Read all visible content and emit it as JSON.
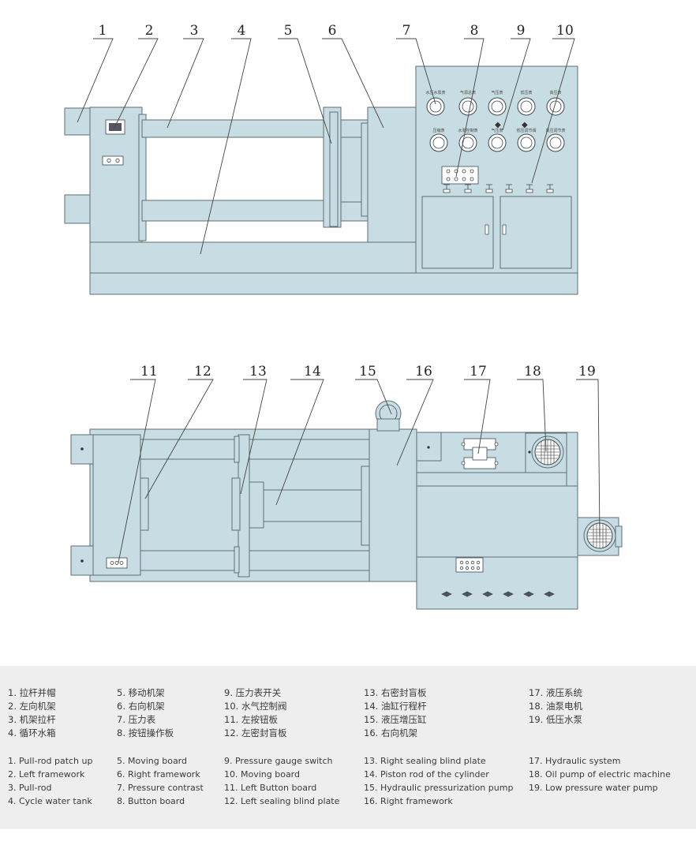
{
  "callouts_top": [
    "1",
    "2",
    "3",
    "4",
    "5",
    "6",
    "7",
    "8",
    "9",
    "10"
  ],
  "callouts_bottom": [
    "11",
    "12",
    "13",
    "14",
    "15",
    "16",
    "17",
    "18",
    "19"
  ],
  "panel_labels_row1": [
    "水压水泵表",
    "气源总表",
    "气压表",
    "低压表",
    "高压表"
  ],
  "panel_labels_row2": [
    "压缩表",
    "水泵控制表",
    "气压表",
    "低压调节阀",
    "高压调节表"
  ],
  "legend_cn": [
    [
      "1. 拉杆并帽",
      "2. 左向机架",
      "3. 机架拉杆",
      "4. 循环水箱"
    ],
    [
      "5. 移动机架",
      "6. 右向机架",
      "7. 压力表",
      "8. 按钮操作板"
    ],
    [
      "9. 压力表开关",
      "10. 水气控制阀",
      "11. 左按钮板",
      "12. 左密封盲板"
    ],
    [
      "13. 右密封盲板",
      "14. 油缸行程杆",
      "15. 液压增压缸",
      "16. 右向机架"
    ],
    [
      "17. 液压系统",
      "18. 油泵电机",
      "19. 低压水泵"
    ]
  ],
  "legend_en": [
    [
      "1. Pull-rod patch up",
      "2. Left framework",
      "3. Pull-rod",
      "4. Cycle water tank"
    ],
    [
      "5. Moving board",
      "6. Right framework",
      "7. Pressure contrast",
      "8. Button board"
    ],
    [
      "9. Pressure gauge switch",
      "10. Moving board",
      "11. Left Button board",
      "12. Left sealing blind plate"
    ],
    [
      "13. Right sealing blind plate",
      "14. Piston rod of the cylinder",
      "15. Hydraulic pressurization pump",
      "16. Right framework"
    ],
    [
      "17. Hydraulic system",
      "18. Oil pump of electric machine",
      "19. Low pressure water pump"
    ]
  ],
  "colors": {
    "machine_fill": "#c8dde3",
    "machine_stroke": "#5c6e74",
    "leader": "#444444",
    "legend_bg": "#eeeeee"
  }
}
